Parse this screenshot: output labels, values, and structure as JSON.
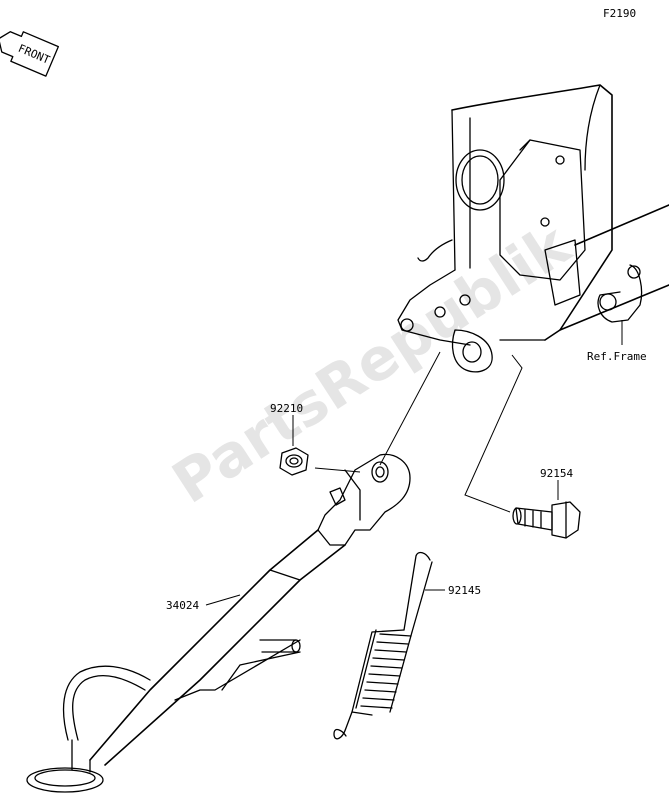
{
  "diagram_code": "F2190",
  "front_indicator": "FRONT",
  "watermark": "PartsRepublik",
  "reference_label": "Ref.Frame",
  "parts": [
    {
      "number": "92210"
    },
    {
      "number": "92154"
    },
    {
      "number": "92145"
    },
    {
      "number": "34024"
    }
  ]
}
